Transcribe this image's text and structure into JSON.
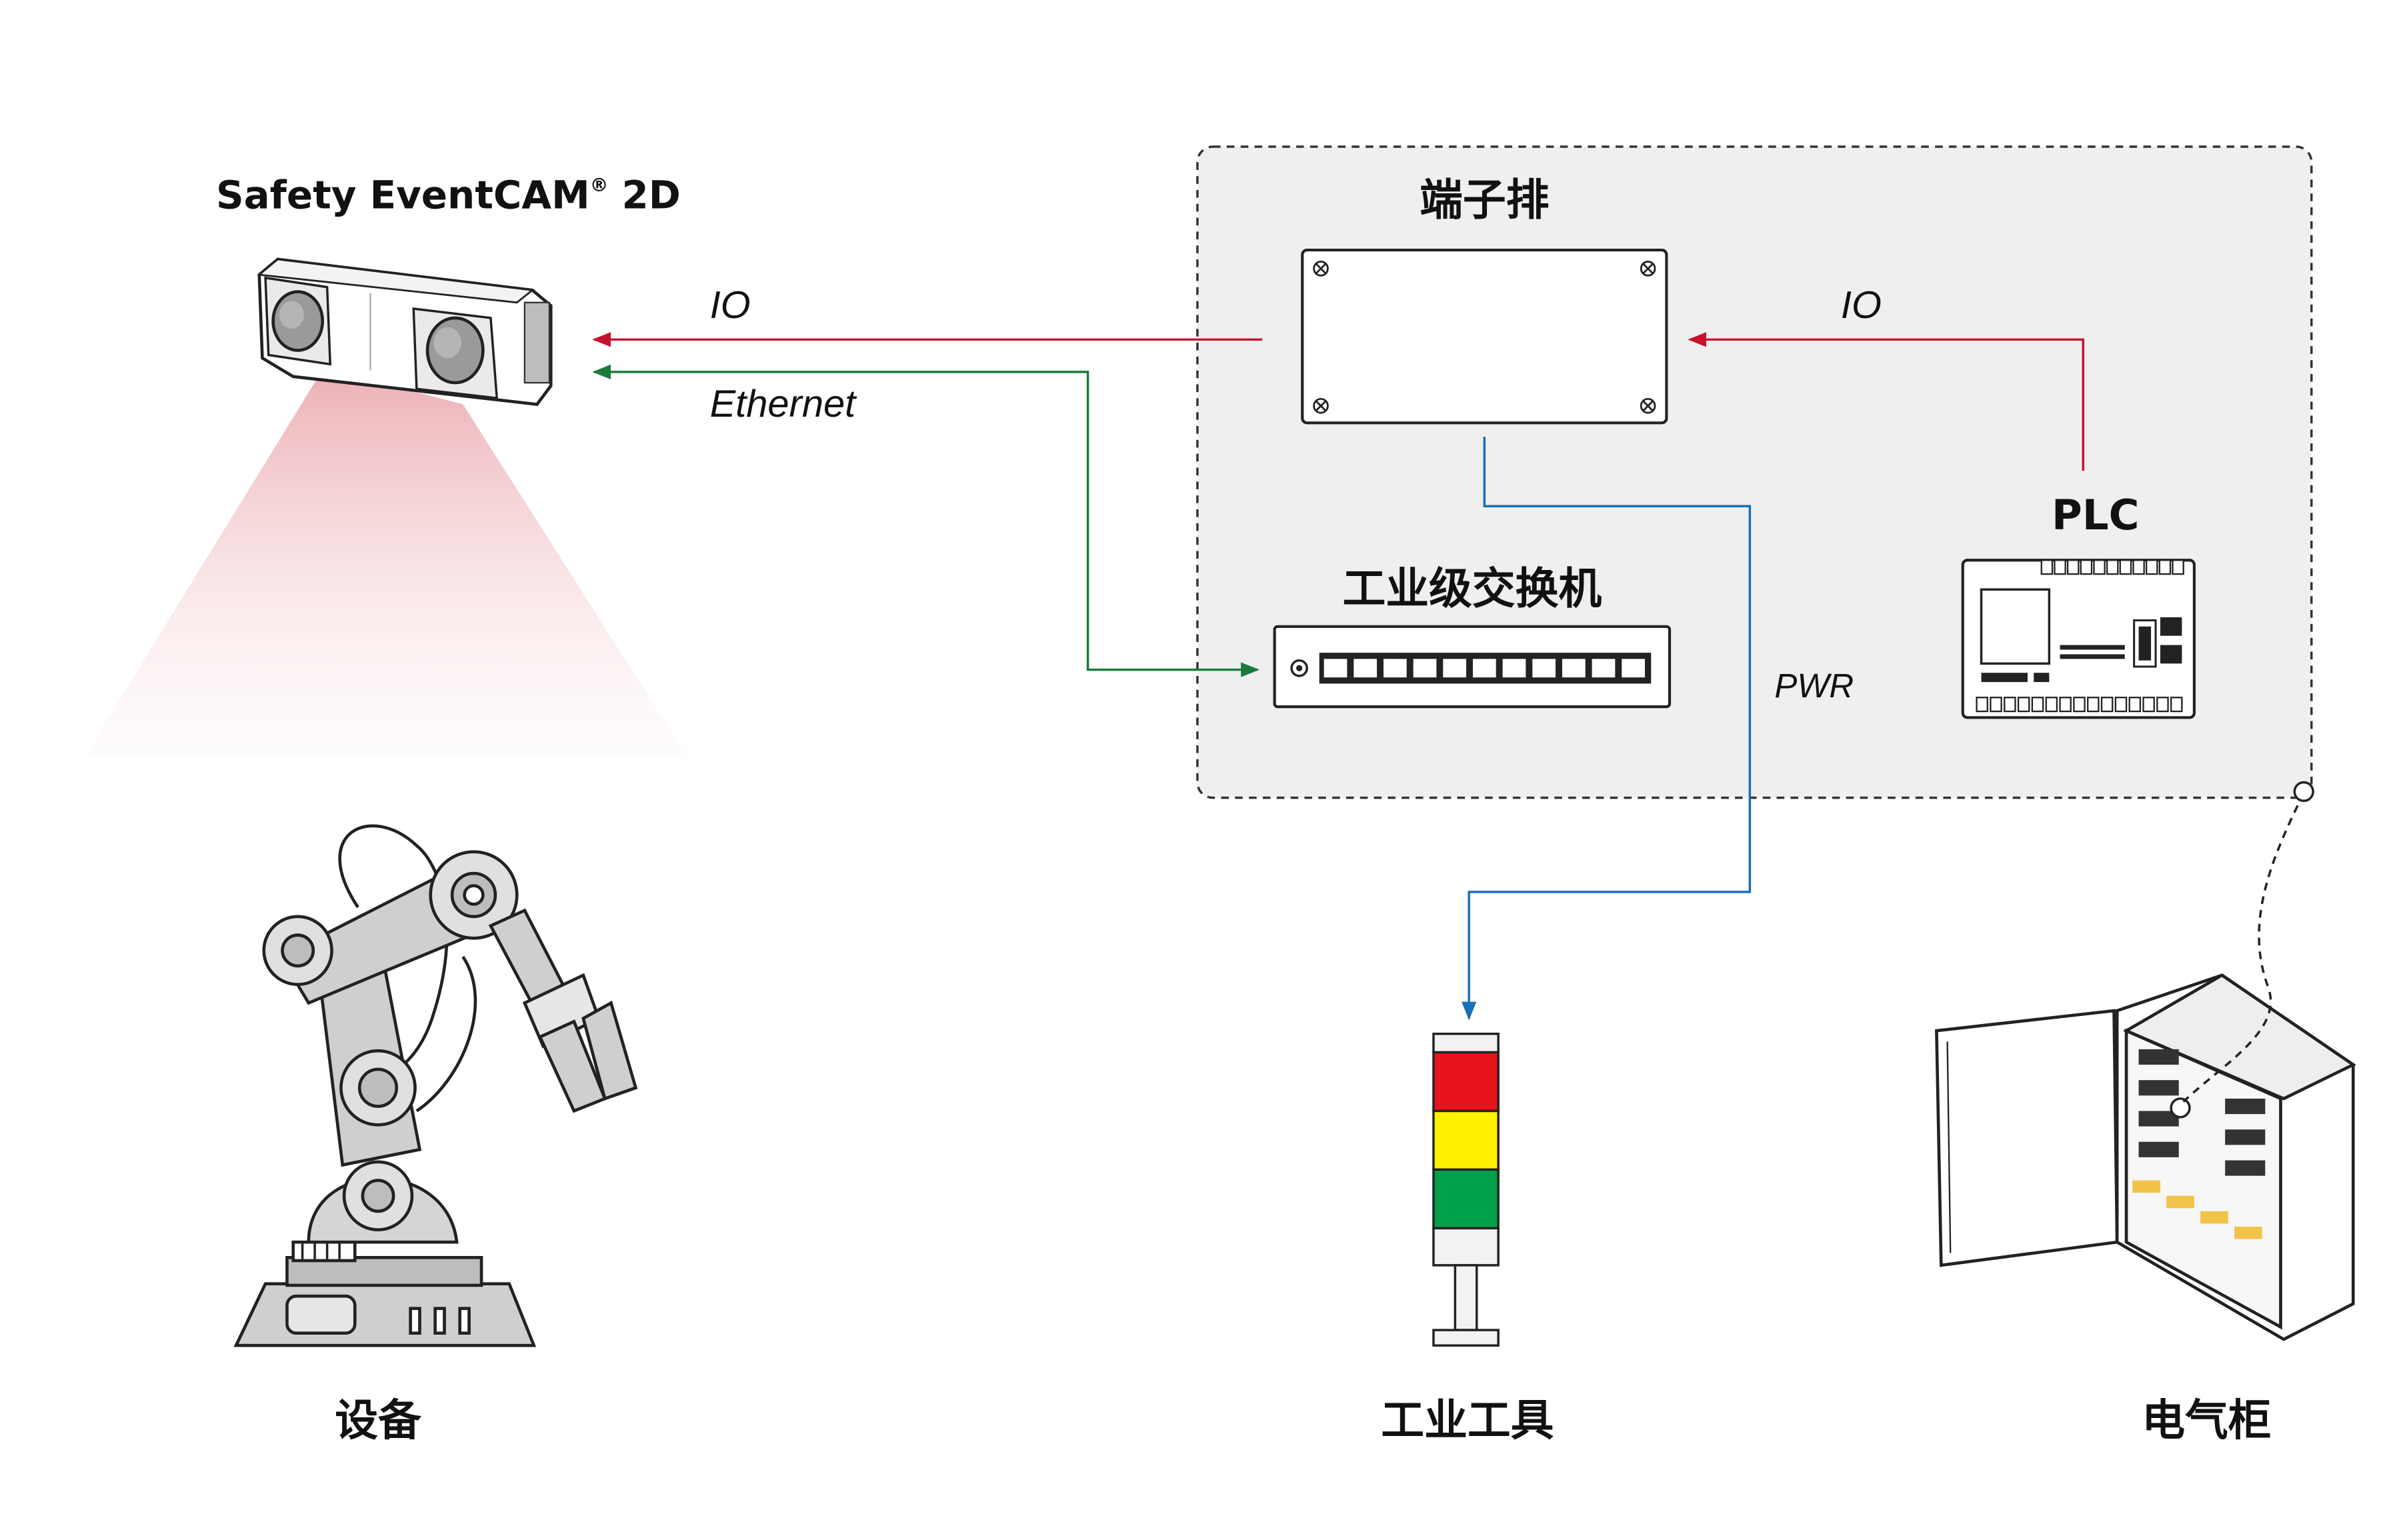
{
  "camera": {
    "title_main": "Safety EventCAM",
    "title_reg": "®",
    "title_suffix": " 2D"
  },
  "terminal_block": {
    "label": "端子排"
  },
  "switch": {
    "label": "工业级交换机"
  },
  "plc": {
    "label": "PLC"
  },
  "signals": {
    "io_left": "IO",
    "ethernet": "Ethernet",
    "io_right": "IO",
    "pwr": "PWR"
  },
  "bottom": {
    "equipment": "设备",
    "industrial_tool": "工业工具",
    "cabinet": "电气柜"
  },
  "colors": {
    "io_line": "#c8102e",
    "ethernet_line": "#1a7a3c",
    "pwr_line": "#1a6fb5",
    "enclosure_fill": "#efefef",
    "lamp_red": "#e8141c",
    "lamp_yellow": "#fff200",
    "lamp_green": "#00a04a",
    "robot_gray": "#cfcfcf"
  }
}
